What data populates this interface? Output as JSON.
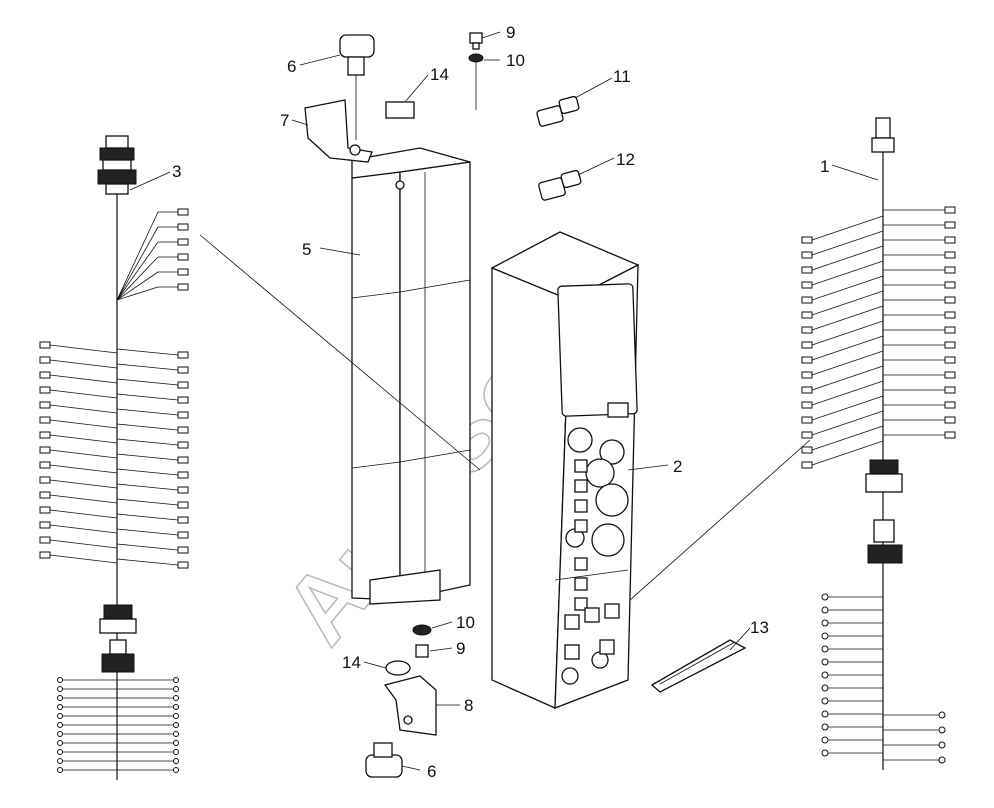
{
  "diagram": {
    "watermark": "AutoSoft",
    "callouts": {
      "wiring_right": "1",
      "panel": "2",
      "wiring_left": "3",
      "housing": "5",
      "knob_top": "6",
      "knob_bottom": "6",
      "bracket_top": "7",
      "bracket_bottom": "8",
      "screw_top": "9",
      "screw_bottom": "9",
      "washer_top": "10",
      "washer_bottom": "10",
      "plug_a": "11",
      "plug_b": "12",
      "cable_tie": "13",
      "bushing_top": "14",
      "bushing_bottom": "14"
    }
  }
}
